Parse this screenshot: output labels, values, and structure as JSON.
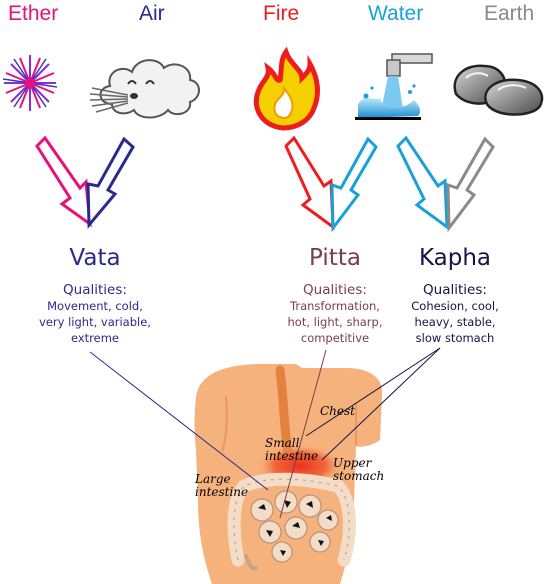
{
  "colors": {
    "ether": "#e8107a",
    "air": "#2a2a8c",
    "fire": "#ee1c1c",
    "water": "#1aa0d8",
    "earth": "#8a8a8a",
    "vata": "#2a2a8c",
    "pitta": "#7a3e46",
    "kapha": "#141446",
    "skin": "#f6b27c"
  },
  "elements": {
    "ether": "Ether",
    "air": "Air",
    "fire": "Fire",
    "water": "Water",
    "earth": "Earth"
  },
  "icons": [
    "starburst-icon",
    "wind-cloud-icon",
    "flame-icon",
    "faucet-water-icon",
    "rocks-icon"
  ],
  "doshas": {
    "vata": {
      "name": "Vata",
      "qualities_title": "Qualities:",
      "qualities": [
        "Movement, cold,",
        "very light, variable,",
        "extreme"
      ]
    },
    "pitta": {
      "name": "Pitta",
      "qualities_title": "Qualities:",
      "qualities": [
        "Transformation,",
        "hot, light, sharp,",
        "competitive"
      ]
    },
    "kapha": {
      "name": "Kapha",
      "qualities_title": "Qualities:",
      "qualities": [
        "Cohesion, cool,",
        "heavy, stable,",
        "slow stomach"
      ]
    }
  },
  "organs": {
    "chest": "Chest",
    "small_intestine": [
      "Small",
      "intestine"
    ],
    "upper_stomach": [
      "Upper",
      "stomach"
    ],
    "large_intestine": [
      "Large",
      "intestine"
    ]
  }
}
